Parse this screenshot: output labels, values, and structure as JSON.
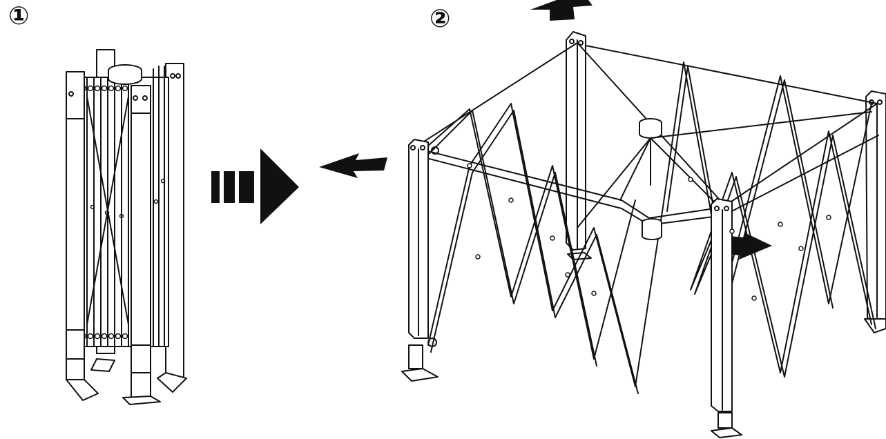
{
  "steps": [
    {
      "number": "①",
      "state": "folded frame"
    },
    {
      "number": "②",
      "state": "expanding frame"
    }
  ],
  "colors": {
    "ink": "#111111",
    "paper": "#ffffff"
  }
}
